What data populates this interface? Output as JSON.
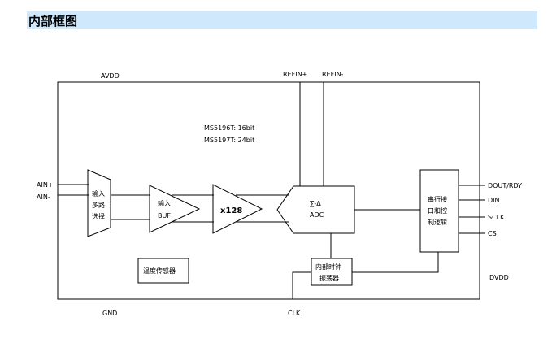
{
  "header": {
    "title": "内部框图"
  },
  "diagram": {
    "supply": {
      "avdd": "AVDD",
      "gnd": "GND",
      "dvdd": "DVDD",
      "clk": "CLK"
    },
    "refs": {
      "refin_plus": "REFIN+",
      "refin_minus": "REFIN-"
    },
    "note": {
      "line1": "MS5196T: 16bit",
      "line2": "MS5197T: 24bit"
    },
    "inputs": {
      "ain_plus": "AIN+",
      "ain_minus": "AIN-"
    },
    "mux": {
      "line1": "输入",
      "line2": "多路",
      "line3": "选择"
    },
    "buf": {
      "line1": "输入",
      "line2": "BUF"
    },
    "gain": {
      "label": "x128"
    },
    "adc": {
      "line1": "∑-Δ",
      "line2": "ADC"
    },
    "logic": {
      "line1": "串行接",
      "line2": "口和控",
      "line3": "制逻辑"
    },
    "temp": {
      "label": "温度传感器"
    },
    "osc": {
      "line1": "内部时钟",
      "line2": "振荡器"
    },
    "pins": {
      "dout": "DOUT/RDY",
      "din": "DIN",
      "sclk": "SCLK",
      "cs": "CS"
    }
  }
}
